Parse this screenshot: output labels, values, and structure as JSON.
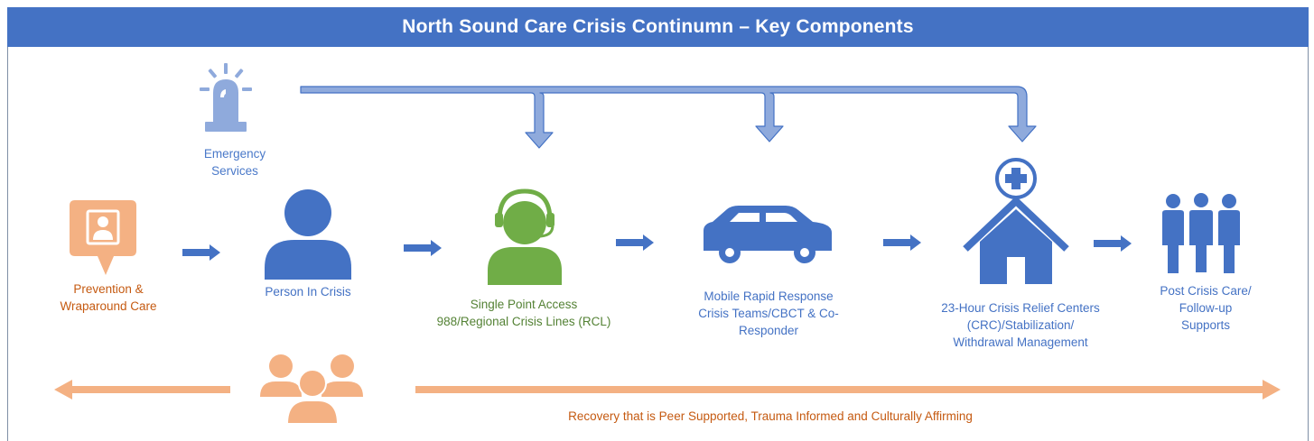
{
  "title": "North Sound Care Crisis Continumn – Key Components",
  "colors": {
    "header": "#4472c4",
    "blue": "#4472c4",
    "light_blue": "#8faadc",
    "orange": "#f4b183",
    "orange_text": "#c55a11",
    "green": "#70ad47",
    "green_text": "#548235"
  },
  "nodes": {
    "emergency": {
      "icon": "siren-icon",
      "label_lines": [
        "Emergency",
        "Services"
      ]
    },
    "prevention": {
      "icon": "contact-card-icon",
      "label_lines": [
        "Prevention &",
        "Wraparound Care"
      ]
    },
    "person": {
      "icon": "person-icon",
      "label_lines": [
        "Person In Crisis"
      ]
    },
    "access": {
      "icon": "headset-operator-icon",
      "label_lines": [
        "Single Point Access",
        "988/Regional Crisis Lines (RCL)"
      ]
    },
    "mobile": {
      "icon": "car-icon",
      "label_lines": [
        "Mobile Rapid Response",
        "Crisis Teams/CBCT & Co-",
        "Responder"
      ]
    },
    "crc": {
      "icon": "medical-house-icon",
      "label_lines": [
        "23-Hour Crisis Relief Centers",
        "(CRC)/Stabilization/",
        "Withdrawal Management"
      ]
    },
    "post": {
      "icon": "group-people-icon",
      "label_lines": [
        "Post Crisis Care/",
        "Follow-up",
        "Supports"
      ]
    }
  },
  "recovery": {
    "icon": "peer-group-icon",
    "label": "Recovery that is Peer Supported, Trauma Informed and Culturally Affirming"
  }
}
